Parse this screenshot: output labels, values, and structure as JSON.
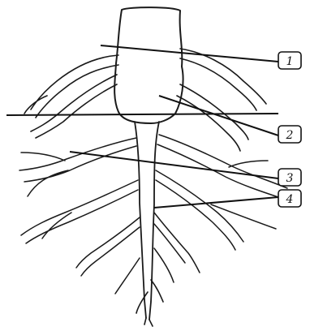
{
  "diagram": {
    "labels": [
      "1",
      "2",
      "3",
      "4"
    ],
    "colors": {
      "stroke": "#1a1a1a",
      "stipple": "#7a7a7a",
      "background": "#ffffff"
    }
  }
}
